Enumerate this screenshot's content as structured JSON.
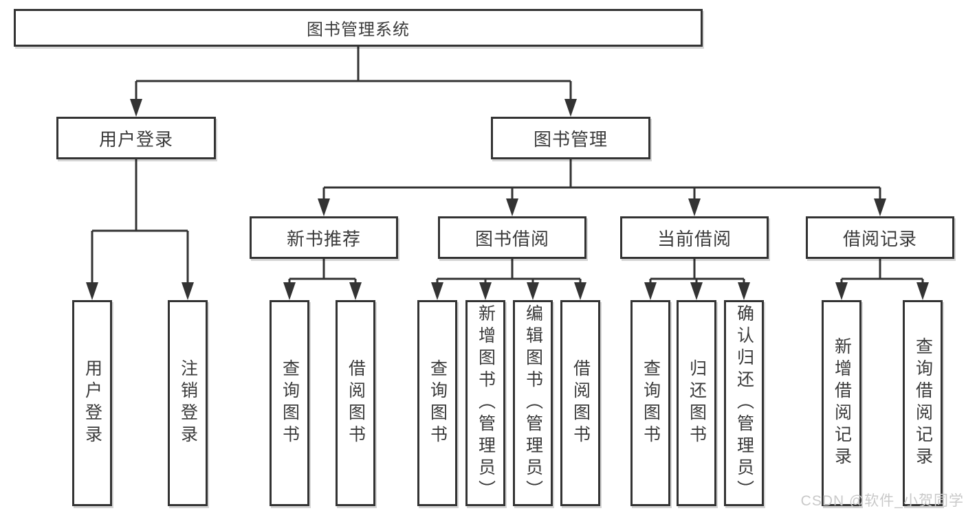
{
  "tree": {
    "label": "图书管理系统",
    "children": [
      {
        "label": "用户登录",
        "children": [
          {
            "label": "用户登录"
          },
          {
            "label": "注销登录"
          }
        ]
      },
      {
        "label": "图书管理",
        "children": [
          {
            "label": "新书推荐",
            "children": [
              {
                "label": "查询图书"
              },
              {
                "label": "借阅图书"
              }
            ]
          },
          {
            "label": "图书借阅",
            "children": [
              {
                "label": "查询图书"
              },
              {
                "label": "新增图书（管理员）"
              },
              {
                "label": "编辑图书（管理员）"
              },
              {
                "label": "借阅图书"
              }
            ]
          },
          {
            "label": "当前借阅",
            "children": [
              {
                "label": "查询图书"
              },
              {
                "label": "归还图书"
              },
              {
                "label": "确认归还（管理员）"
              }
            ]
          },
          {
            "label": "借阅记录",
            "children": [
              {
                "label": "新增借阅记录"
              },
              {
                "label": "查询借阅记录"
              }
            ]
          }
        ]
      }
    ]
  },
  "watermark": "CSDN @软件_小贺同学",
  "colors": {
    "line": "#333333",
    "border": "#333333",
    "text": "#3a3a3a",
    "box_background": "#ffffff",
    "watermark": "#c9c9c9"
  }
}
